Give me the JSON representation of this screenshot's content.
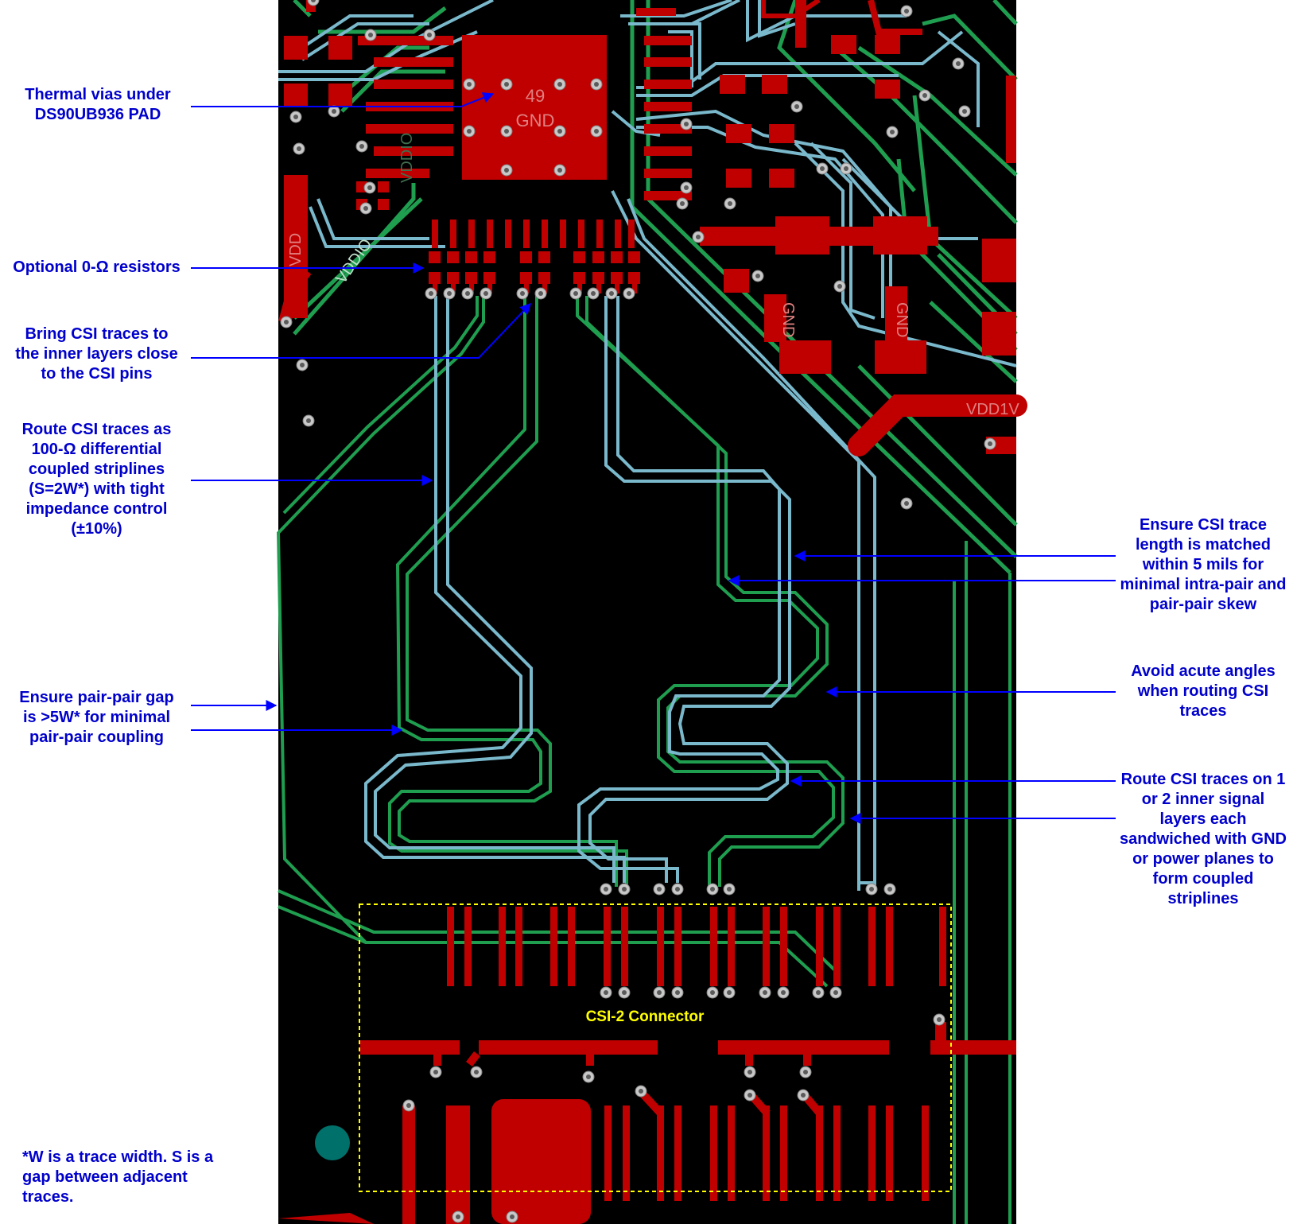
{
  "board": {
    "silk_pad_number": "49",
    "silk_pad_net": "GND",
    "silk_vddio_upper": "VDDIO",
    "silk_vddio_diag": "VDDIO",
    "silk_vdd": "VDD",
    "silk_gnd_1": "GND",
    "silk_gnd_2": "GND",
    "silk_vdd1v": "VDD1V",
    "connector_label": "CSI-2 Connector"
  },
  "annotations": {
    "thermal_vias": [
      "Thermal vias under",
      "DS90UB936 PAD"
    ],
    "optional_resistors": [
      "Optional 0-Ω resistors"
    ],
    "bring_csi": [
      "Bring CSI traces to",
      "the inner layers close",
      "to the CSI pins"
    ],
    "route_striplines": [
      "Route CSI traces as",
      "100-Ω differential",
      "coupled striplines",
      "(S=2W*) with tight",
      "impedance control",
      "(±10%)"
    ],
    "pair_gap": [
      "Ensure pair-pair gap",
      "is >5W* for minimal",
      "pair-pair coupling"
    ],
    "length_match": [
      "Ensure CSI trace",
      "length is matched",
      "within 5 mils for",
      "minimal intra-pair and",
      "pair-pair skew"
    ],
    "acute_angles": [
      "Avoid acute angles",
      "when routing CSI",
      "traces"
    ],
    "inner_layers": [
      "Route CSI traces on 1",
      "or 2 inner signal",
      "layers each",
      "sandwiched with GND",
      "or power planes to",
      "form coupled",
      "striplines"
    ],
    "footnote": [
      "*W is a trace width.  S is a",
      "gap between adjacent",
      "traces."
    ]
  },
  "colors": {
    "board_background": "#000000",
    "top_copper": "#c00000",
    "inner_layer_1": "#1f9e50",
    "inner_layer_2": "#7ab8cc",
    "via": "#c8c8c8",
    "annotation_text": "#0000cc",
    "arrow": "#0000ff",
    "connector_outline": "#ffff00",
    "fiducial": "#00706a"
  }
}
